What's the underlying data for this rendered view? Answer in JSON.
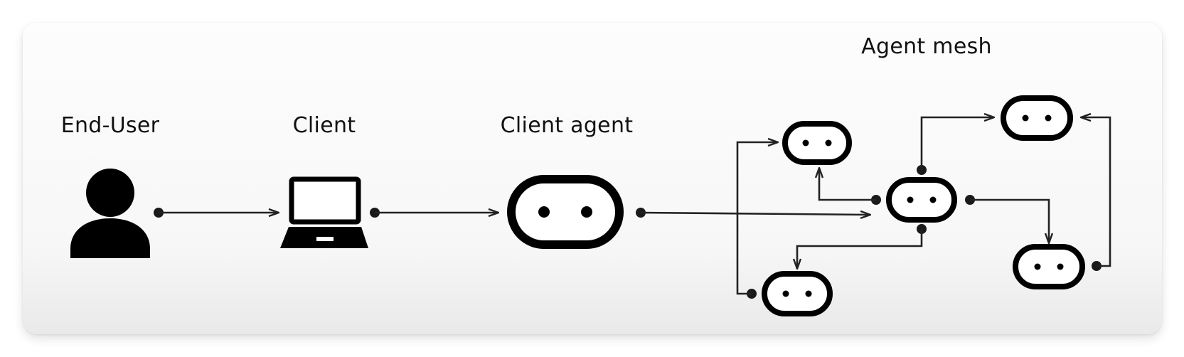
{
  "labels": {
    "end_user": "End-User",
    "client": "Client",
    "client_agent": "Client agent",
    "agent_mesh": "Agent mesh"
  },
  "icons": {
    "end_user": "person-icon",
    "client": "laptop-icon",
    "agent": "agent-capsule-icon"
  },
  "colors": {
    "stroke": "#222222",
    "icon": "#000000",
    "background": "#f7f7f7"
  }
}
